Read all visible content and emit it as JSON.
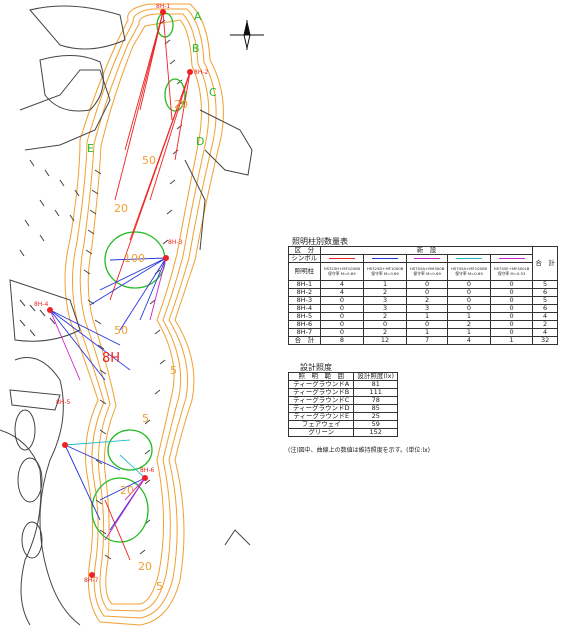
{
  "map": {
    "zone_letters": [
      "A",
      "B",
      "C",
      "D",
      "E"
    ],
    "pole_labels": [
      "8H-1",
      "8H-2",
      "8H-3",
      "8H-4",
      "8H-5",
      "8H-6",
      "8H-7"
    ],
    "hole_label": "8H",
    "contour_values": [
      "20",
      "20",
      "50",
      "100",
      "50",
      "5",
      "5",
      "20",
      "20",
      "5"
    ],
    "colors": {
      "contour": "#f0a030",
      "green_outline": "#22bb22",
      "pole": "#ee2222",
      "beam_red": "#ee2222",
      "beam_blue": "#2233dd",
      "beam_magenta": "#cc22cc",
      "beam_cyan": "#22bbcc",
      "terrain": "#444444"
    }
  },
  "table_pole_count": {
    "caption": "照明柱別数量表",
    "col_category": "区　分",
    "col_new": "新　設",
    "col_total": "合　計",
    "row_symbol": "シンボル",
    "row_pole": "照明柱",
    "fixtures": [
      {
        "spec": "HS325H+MF1000B",
        "factor": "保守率 M=0.69",
        "color": "#ee2222"
      },
      {
        "spec": "HS325D+MF1000B",
        "factor": "保守率 M=0.69",
        "color": "#2233dd"
      },
      {
        "spec": "HS705A+MH300B",
        "factor": "保守率 M=0.69",
        "color": "#cc22cc"
      },
      {
        "spec": "HS705A+MF1000B",
        "factor": "保守率 M=0.69",
        "color": "#22bbcc"
      },
      {
        "spec": "HS705E+MF400LB",
        "factor": "保守率 M=0.53",
        "color": "#cc22cc"
      }
    ],
    "rows": [
      {
        "name": "8H-1",
        "counts": [
          "4",
          "1",
          "0",
          "0",
          "0"
        ],
        "total": "5"
      },
      {
        "name": "8H-2",
        "counts": [
          "4",
          "2",
          "0",
          "0",
          "0"
        ],
        "total": "6"
      },
      {
        "name": "8H-3",
        "counts": [
          "0",
          "3",
          "2",
          "0",
          "0"
        ],
        "total": "5"
      },
      {
        "name": "8H-4",
        "counts": [
          "0",
          "3",
          "3",
          "0",
          "0"
        ],
        "total": "6"
      },
      {
        "name": "8H-5",
        "counts": [
          "0",
          "2",
          "1",
          "1",
          "0"
        ],
        "total": "4"
      },
      {
        "name": "8H-6",
        "counts": [
          "0",
          "0",
          "0",
          "2",
          "0"
        ],
        "total": "2"
      },
      {
        "name": "8H-7",
        "counts": [
          "0",
          "2",
          "1",
          "1",
          "0"
        ],
        "total": "4"
      }
    ],
    "total_row": {
      "name": "合　計",
      "counts": [
        "8",
        "12",
        "7",
        "4",
        "1"
      ],
      "total": "32"
    }
  },
  "table_design": {
    "caption": "設計照度",
    "col_range": "照　明　範　囲",
    "col_value": "設計照度(lx)",
    "rows": [
      {
        "range": "ティーグラウンドA",
        "value": "81"
      },
      {
        "range": "ティーグラウンドB",
        "value": "111"
      },
      {
        "range": "ティーグラウンドC",
        "value": "78"
      },
      {
        "range": "ティーグラウンドD",
        "value": "85"
      },
      {
        "range": "ティーグラウンドE",
        "value": "25"
      },
      {
        "range": "フェアウェイ",
        "value": "59"
      },
      {
        "range": "グリーン",
        "value": "152"
      }
    ],
    "note": "(注)図中、曲線上の数値は維持照度を示す。(単位:lx)"
  }
}
